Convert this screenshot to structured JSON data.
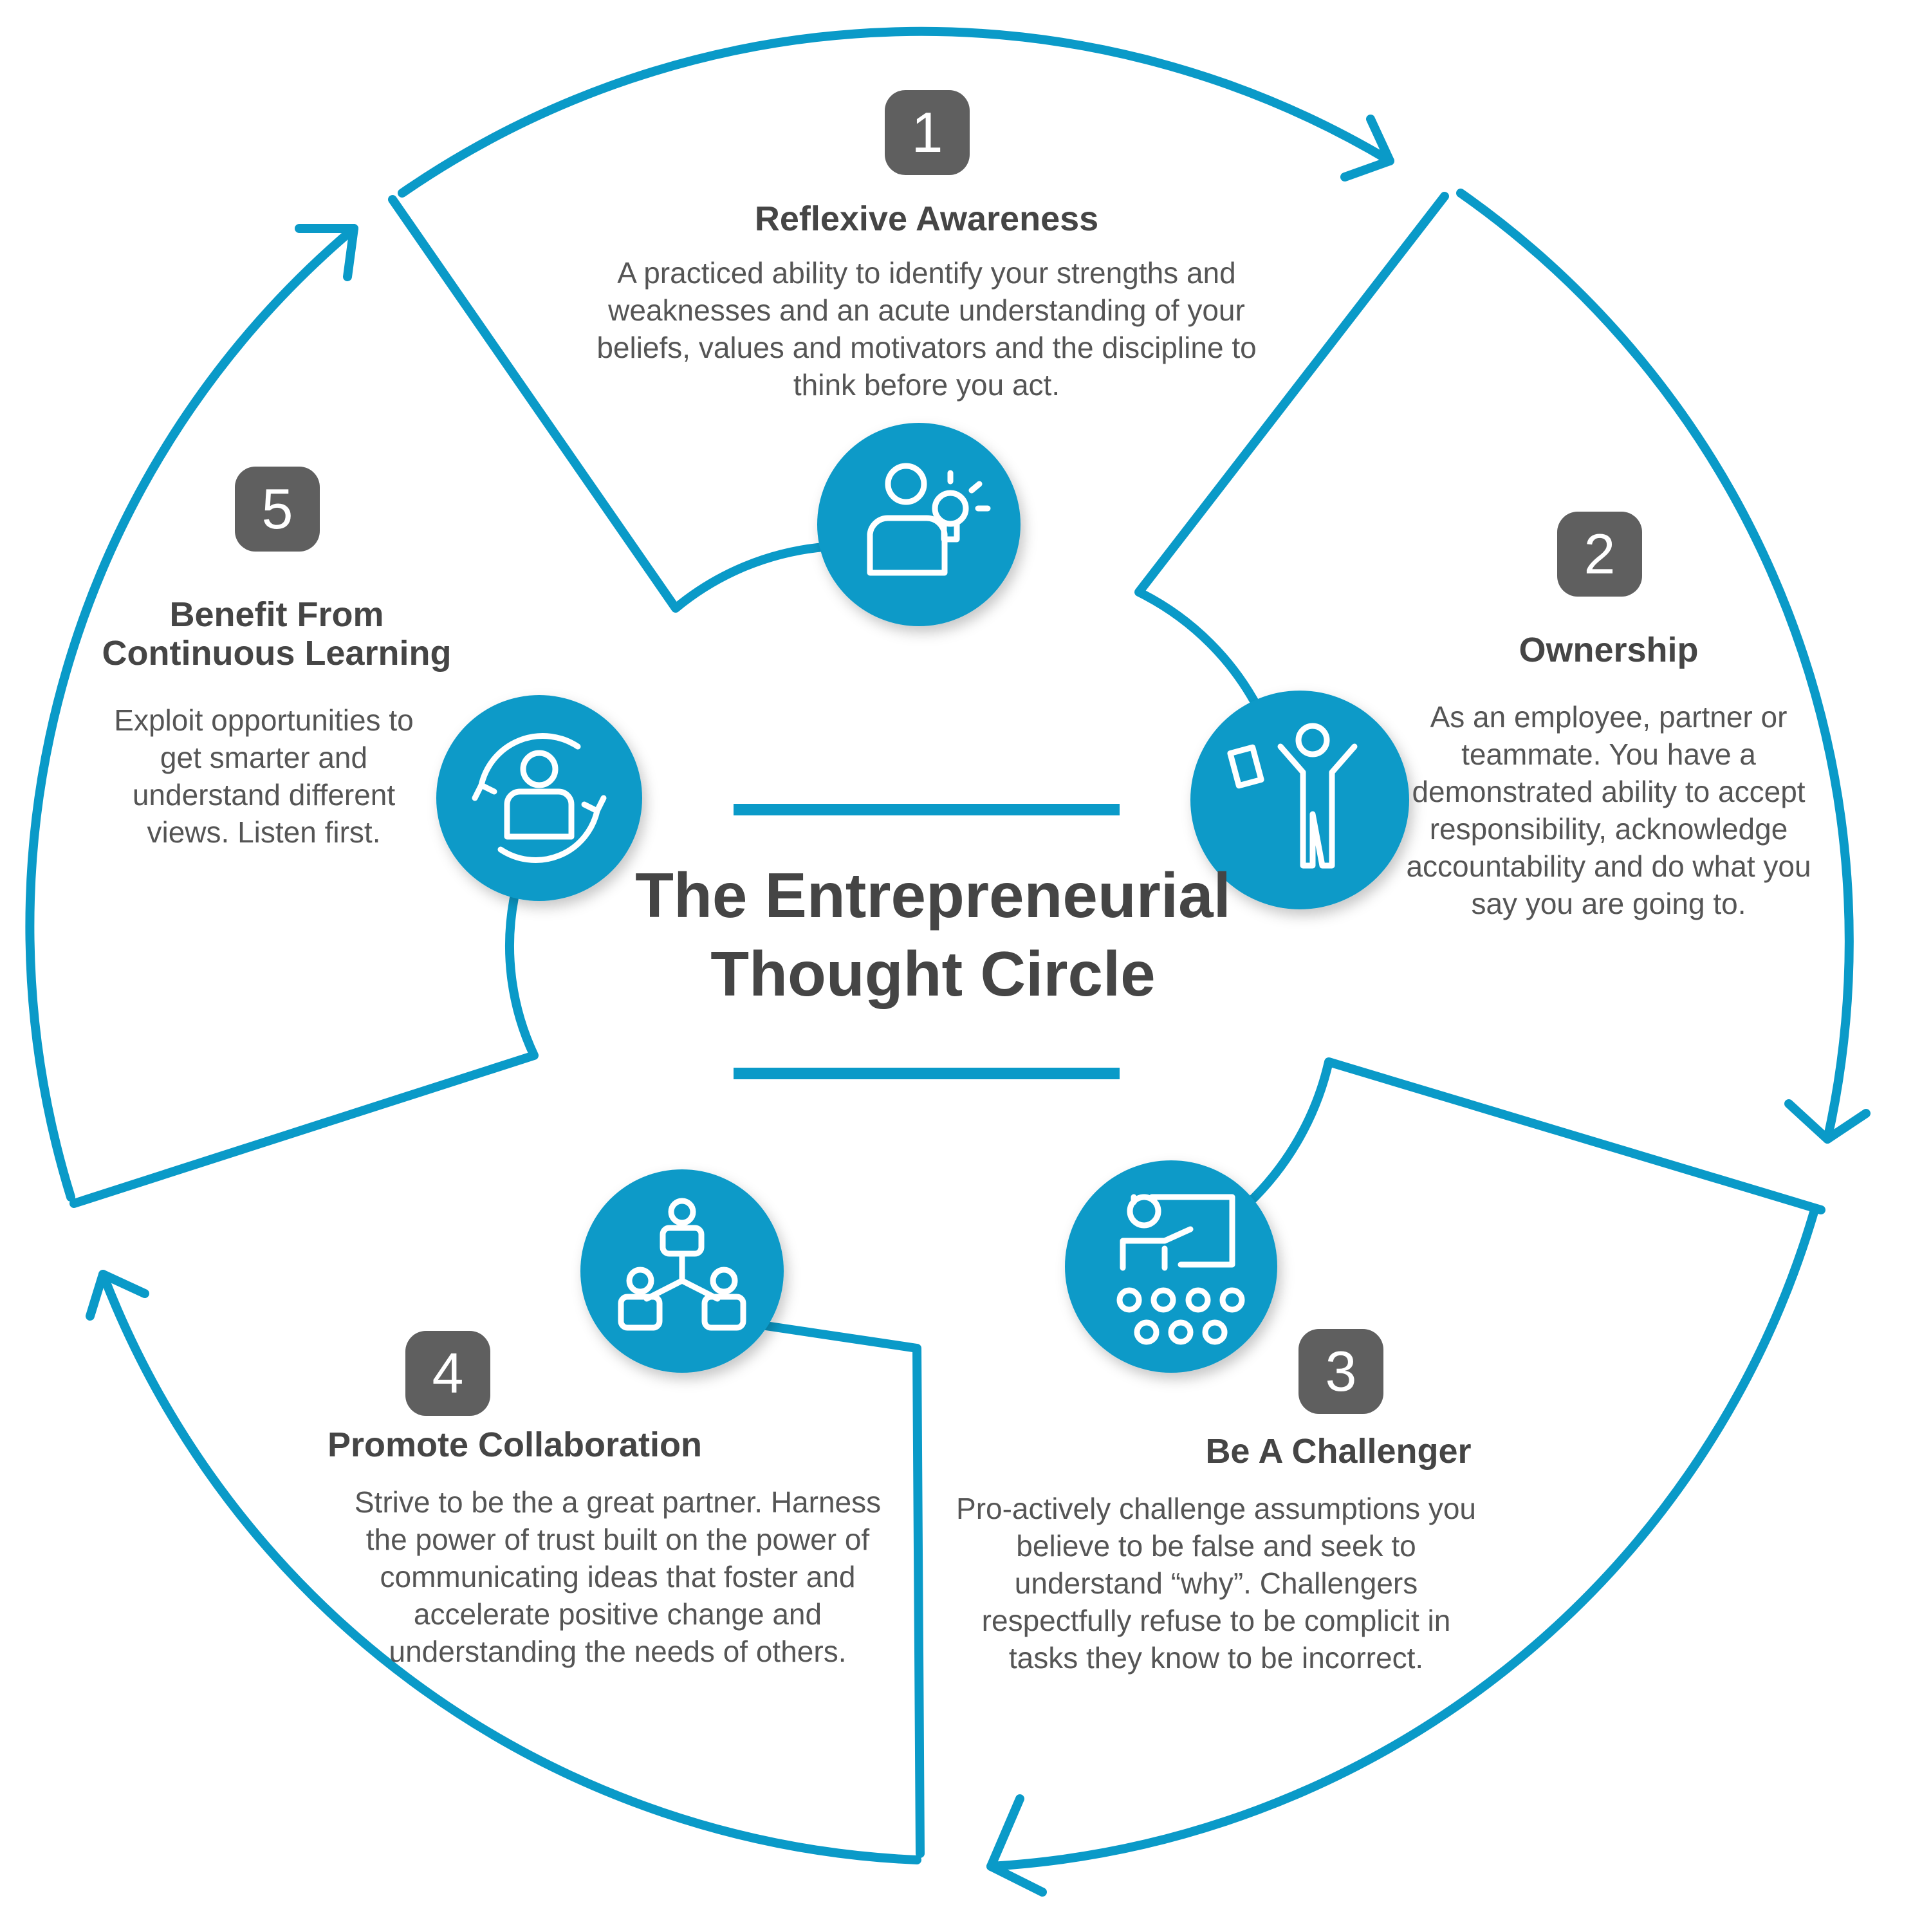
{
  "diagram": {
    "title": "The Entrepreneurial\nThought Circle",
    "accent_color": "#0a9ac8",
    "badge_color": "#5f5f5f",
    "steps": [
      {
        "number": "1",
        "title": "Reflexive Awareness",
        "description": "A practiced ability to identify your strengths and weaknesses and an acute understanding of your beliefs, values and motivators and the discipline to think before you act.",
        "icon": "person-lightbulb-icon"
      },
      {
        "number": "2",
        "title": "Ownership",
        "description": "As an employee, partner or teammate. You have a demonstrated ability to accept responsibility, acknowledge accountability and do what you say you are going to.",
        "icon": "person-arms-raised-icon"
      },
      {
        "number": "3",
        "title": "Be A Challenger",
        "description": "Pro-actively challenge assumptions you believe to be false and seek to understand “why”. Challengers respectfully refuse to be complicit in tasks they know to be incorrect.",
        "icon": "presenter-audience-icon"
      },
      {
        "number": "4",
        "title": "Promote Collaboration",
        "description": "Strive to be the a great partner. Harness the power of trust built on the power of communicating ideas that foster and accelerate positive change and understanding the needs of others.",
        "icon": "team-hierarchy-icon"
      },
      {
        "number": "5",
        "title": "Benefit From\nContinuous Learning",
        "description": "Exploit opportunities to get smarter and understand different views. Listen first.",
        "icon": "person-cycle-icon"
      }
    ]
  }
}
